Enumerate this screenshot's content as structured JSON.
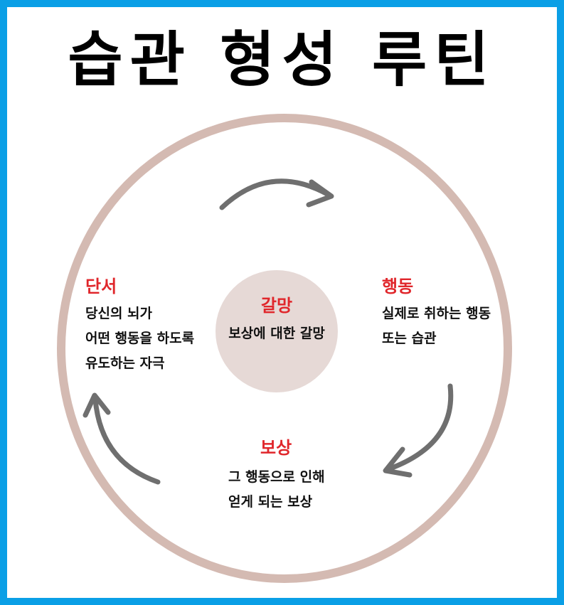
{
  "title": "습관 형성 루틴",
  "colors": {
    "border": "#0a9fe6",
    "ring": "#d4bab2",
    "center_fill": "#e6d9d6",
    "heading": "#e0262b",
    "arrow": "#6f6f6f"
  },
  "center": {
    "heading": "갈망",
    "text": "보상에 대한 갈망"
  },
  "stages": {
    "cue": {
      "heading": "단서",
      "lines": [
        "당신의 뇌가",
        "어떤 행동을 하도록",
        "유도하는 자극"
      ]
    },
    "response": {
      "heading": "행동",
      "lines": [
        "실제로 취하는 행동",
        "또는 습관"
      ]
    },
    "reward": {
      "heading": "보상",
      "lines": [
        "그 행동으로 인해",
        "얻게 되는 보상"
      ]
    }
  },
  "icons": [
    "arrow-top-icon",
    "arrow-right-icon",
    "arrow-left-icon"
  ]
}
